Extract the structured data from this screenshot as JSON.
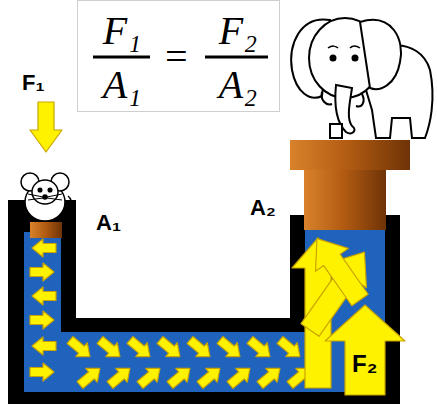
{
  "diagram": {
    "nodes": [
      {
        "text": [
          "F₁",
          "A₁",
          "=",
          "F₂",
          "A₂"
        ]
      }
    ],
    "labels": [
      "F₁",
      "A₁",
      "A₂",
      "F₂"
    ]
  }
}
